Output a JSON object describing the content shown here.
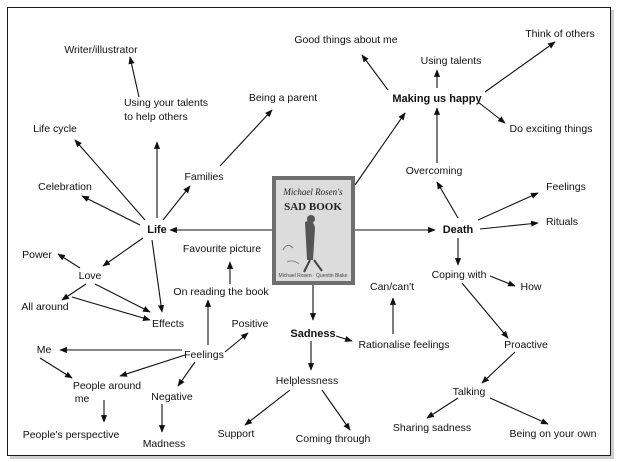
{
  "book": {
    "author_line": "Michael Rosen's",
    "title_line": "SAD BOOK",
    "credit_line": "Michael Rosen · Quentin Blake"
  },
  "nodes": {
    "life": "Life",
    "death": "Death",
    "sadness": "Sadness",
    "making_us_happy": "Making us happy",
    "writer_illustrator": "Writer/illustrator",
    "using_your_talents_1": "Using your talents",
    "using_your_talents_2": "to help others",
    "being_a_parent": "Being a parent",
    "life_cycle": "Life cycle",
    "celebration": "Celebration",
    "families": "Families",
    "favourite_picture": "Favourite picture",
    "on_reading_the_book": "On reading the book",
    "power": "Power",
    "love": "Love",
    "all_around": "All around",
    "effects": "Effects",
    "positive": "Positive",
    "feelings_left": "Feelings",
    "me": "Me",
    "people_around_1": "People around",
    "people_around_2": "me",
    "negative": "Negative",
    "peoples_perspective": "People's perspective",
    "madness": "Madness",
    "good_things_about_me": "Good things about me",
    "using_talents": "Using talents",
    "think_of_others": "Think of others",
    "do_exciting_things": "Do exciting things",
    "overcoming": "Overcoming",
    "feelings_right": "Feelings",
    "rituals": "Rituals",
    "coping_with": "Coping with",
    "how": "How",
    "can_cant": "Can/can't",
    "rationalise_feelings": "Rationalise feelings",
    "proactive": "Proactive",
    "helplessness": "Helplessness",
    "support": "Support",
    "coming_through": "Coming through",
    "talking": "Talking",
    "sharing_sadness": "Sharing sadness",
    "being_on_your_own": "Being on your own"
  }
}
